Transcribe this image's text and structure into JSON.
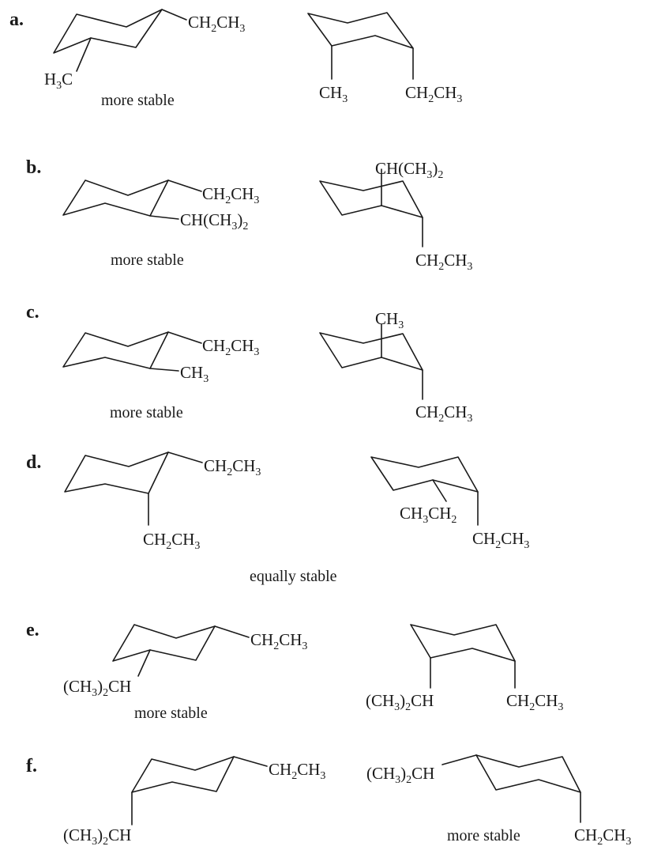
{
  "parts": [
    {
      "label": "a.",
      "left": {
        "groups": [
          "CH2CH3",
          "H3C"
        ],
        "note": "more stable"
      },
      "right": {
        "groups": [
          "CH3",
          "CH2CH3"
        ]
      }
    },
    {
      "label": "b.",
      "left": {
        "groups": [
          "CH2CH3",
          "CH(CH3)2"
        ],
        "note": "more stable"
      },
      "right": {
        "groups": [
          "CH(CH3)2",
          "CH2CH3"
        ]
      }
    },
    {
      "label": "c.",
      "left": {
        "groups": [
          "CH2CH3",
          "CH3"
        ],
        "note": "more stable"
      },
      "right": {
        "groups": [
          "CH3",
          "CH2CH3"
        ]
      }
    },
    {
      "label": "d.",
      "left": {
        "groups": [
          "CH2CH3",
          "CH2CH3"
        ]
      },
      "right": {
        "groups": [
          "CH3CH2",
          "CH2CH3"
        ]
      },
      "note": "equally stable"
    },
    {
      "label": "e.",
      "left": {
        "groups": [
          "CH2CH3",
          "(CH3)2CH"
        ],
        "note": "more stable"
      },
      "right": {
        "groups": [
          "(CH3)2CH",
          "CH2CH3"
        ]
      }
    },
    {
      "label": "f.",
      "left": {
        "groups": [
          "CH2CH3",
          "(CH3)2CH"
        ]
      },
      "right": {
        "groups": [
          "(CH3)2CH",
          "CH2CH3"
        ],
        "note": "more stable"
      }
    }
  ]
}
